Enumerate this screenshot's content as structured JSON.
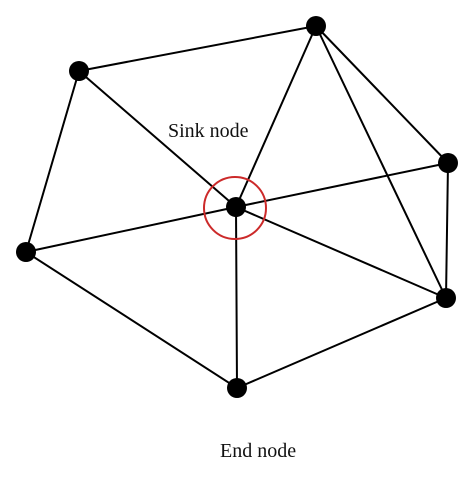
{
  "labels": {
    "sink": "Sink node",
    "end": "End node"
  },
  "colors": {
    "node": "#000000",
    "edge": "#000000",
    "sink_ring": "#cc2a2a",
    "background": "#ffffff"
  },
  "graph": {
    "nodes": [
      "sink",
      "top",
      "top-left",
      "right-upper",
      "left",
      "right-lower",
      "bottom"
    ],
    "edges": [
      [
        "top-left",
        "top"
      ],
      [
        "top-left",
        "sink"
      ],
      [
        "top-left",
        "left"
      ],
      [
        "top",
        "sink"
      ],
      [
        "top",
        "right-upper"
      ],
      [
        "top",
        "right-lower"
      ],
      [
        "right-upper",
        "sink"
      ],
      [
        "right-upper",
        "right-lower"
      ],
      [
        "right-lower",
        "sink"
      ],
      [
        "right-lower",
        "bottom"
      ],
      [
        "left",
        "sink"
      ],
      [
        "left",
        "bottom"
      ],
      [
        "bottom",
        "sink"
      ]
    ],
    "sink_node": "sink"
  }
}
